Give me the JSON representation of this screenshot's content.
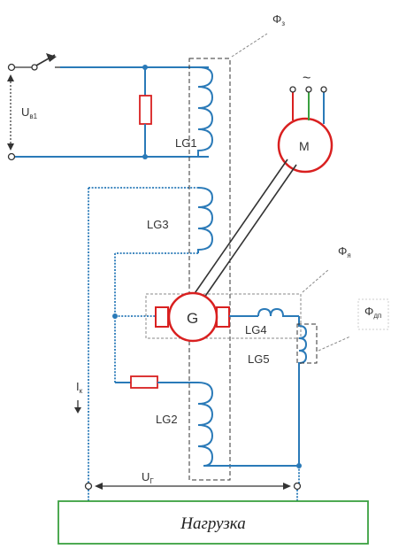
{
  "labels": {
    "flux_main": "Φ",
    "flux_main_sub": "з",
    "flux_armature": "Φ",
    "flux_armature_sub": "я",
    "flux_compensation": "Φ",
    "flux_compensation_sub": "дп",
    "input_voltage": "U",
    "input_voltage_sub": "в1",
    "output_voltage": "U",
    "output_voltage_sub": "Г",
    "current": "I",
    "current_sub": "к",
    "coil_lg1": "LG1",
    "coil_lg2": "LG2",
    "coil_lg3": "LG3",
    "coil_lg4": "LG4",
    "coil_lg5": "LG5",
    "motor": "M",
    "generator": "G",
    "ac_symbol": "~",
    "load": "Нагрузка"
  },
  "colors": {
    "wire": "#2a7ab8",
    "machine": "#d92020",
    "load_border": "#3aa040",
    "phase_1": "#d92020",
    "phase_2": "#3aa040",
    "phase_3": "#2a7ab8"
  }
}
